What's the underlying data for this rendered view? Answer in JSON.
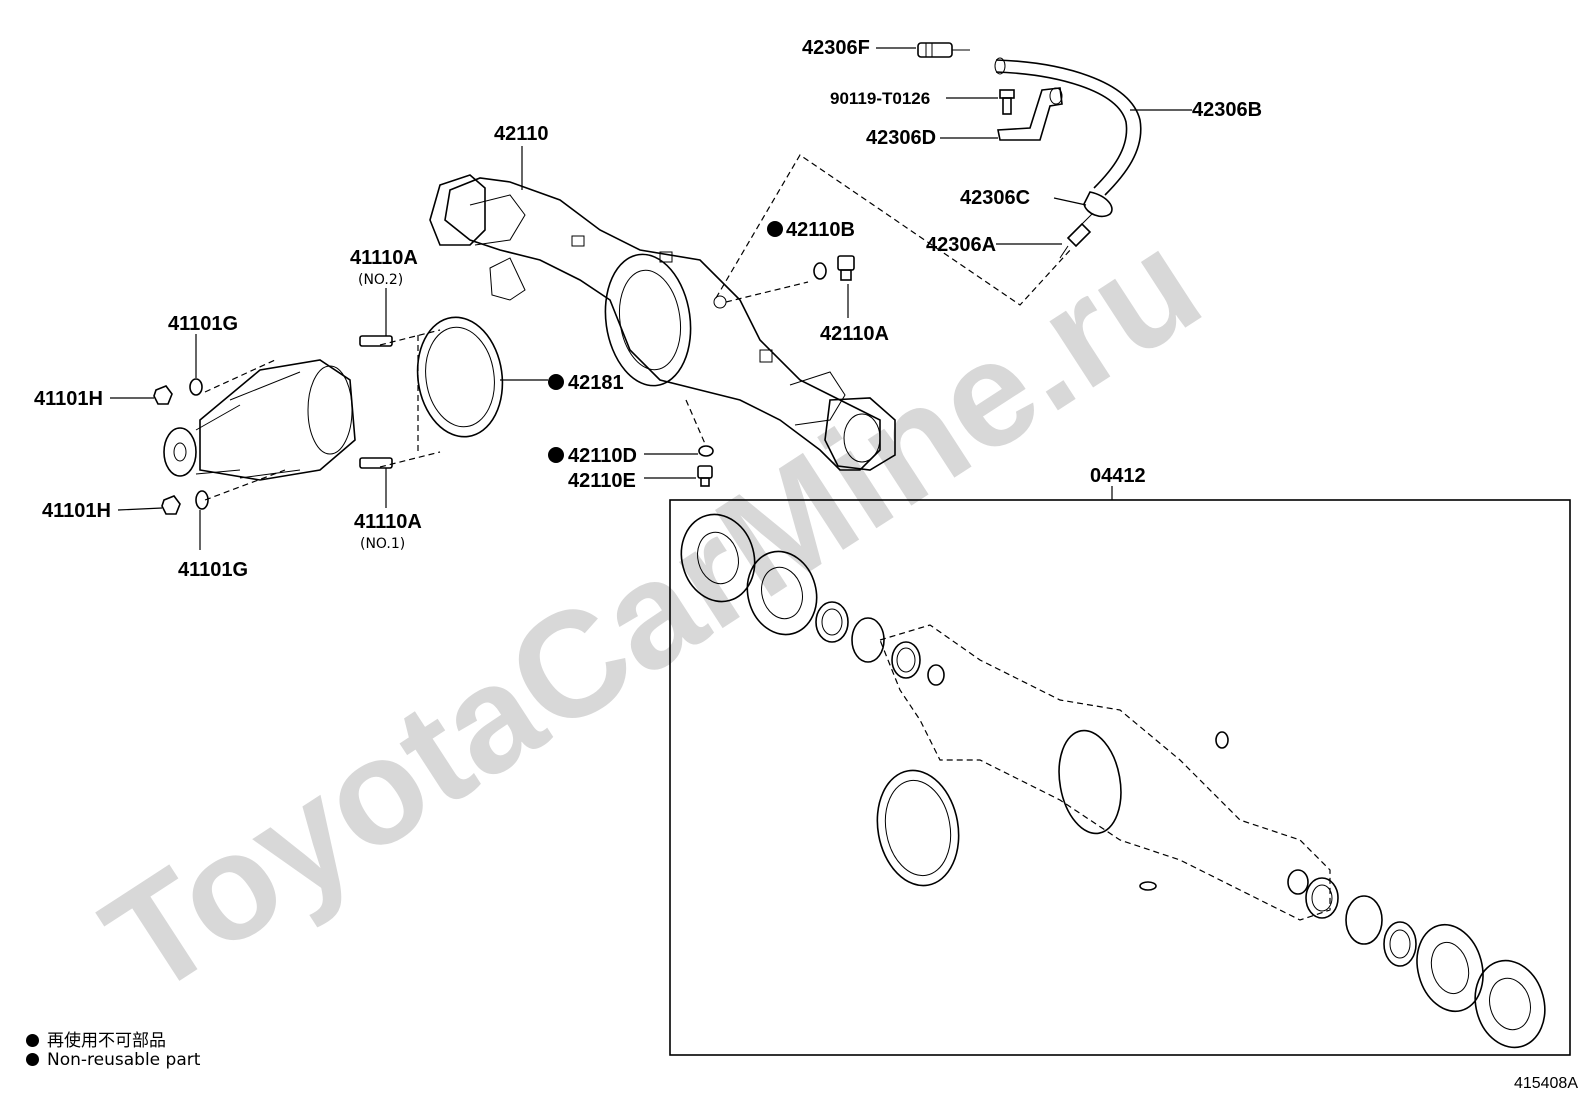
{
  "watermark": "ToyotaCarMine.ru",
  "labels": {
    "p42306F": "42306F",
    "p90119": "90119-T0126",
    "p42306D": "42306D",
    "p42306B": "42306B",
    "p42306C": "42306C",
    "p42306A": "42306A",
    "p42110": "42110",
    "p42110B": "42110B",
    "p42110A_r": "42110A",
    "p41110A_top": "41110A",
    "p41110A_top_sub": "(NO.2)",
    "p41110A_bot": "41110A",
    "p41110A_bot_sub": "(NO.1)",
    "p41101G_top": "41101G",
    "p41101G_bot": "41101G",
    "p41101H_top": "41101H",
    "p41101H_bot": "41101H",
    "p42181": "42181",
    "p42110D": "42110D",
    "p42110E": "42110E",
    "p04412": "04412"
  },
  "legend": {
    "jp": "再使用不可部品",
    "en": "Non-reusable part"
  },
  "figure_ref": "415408A"
}
